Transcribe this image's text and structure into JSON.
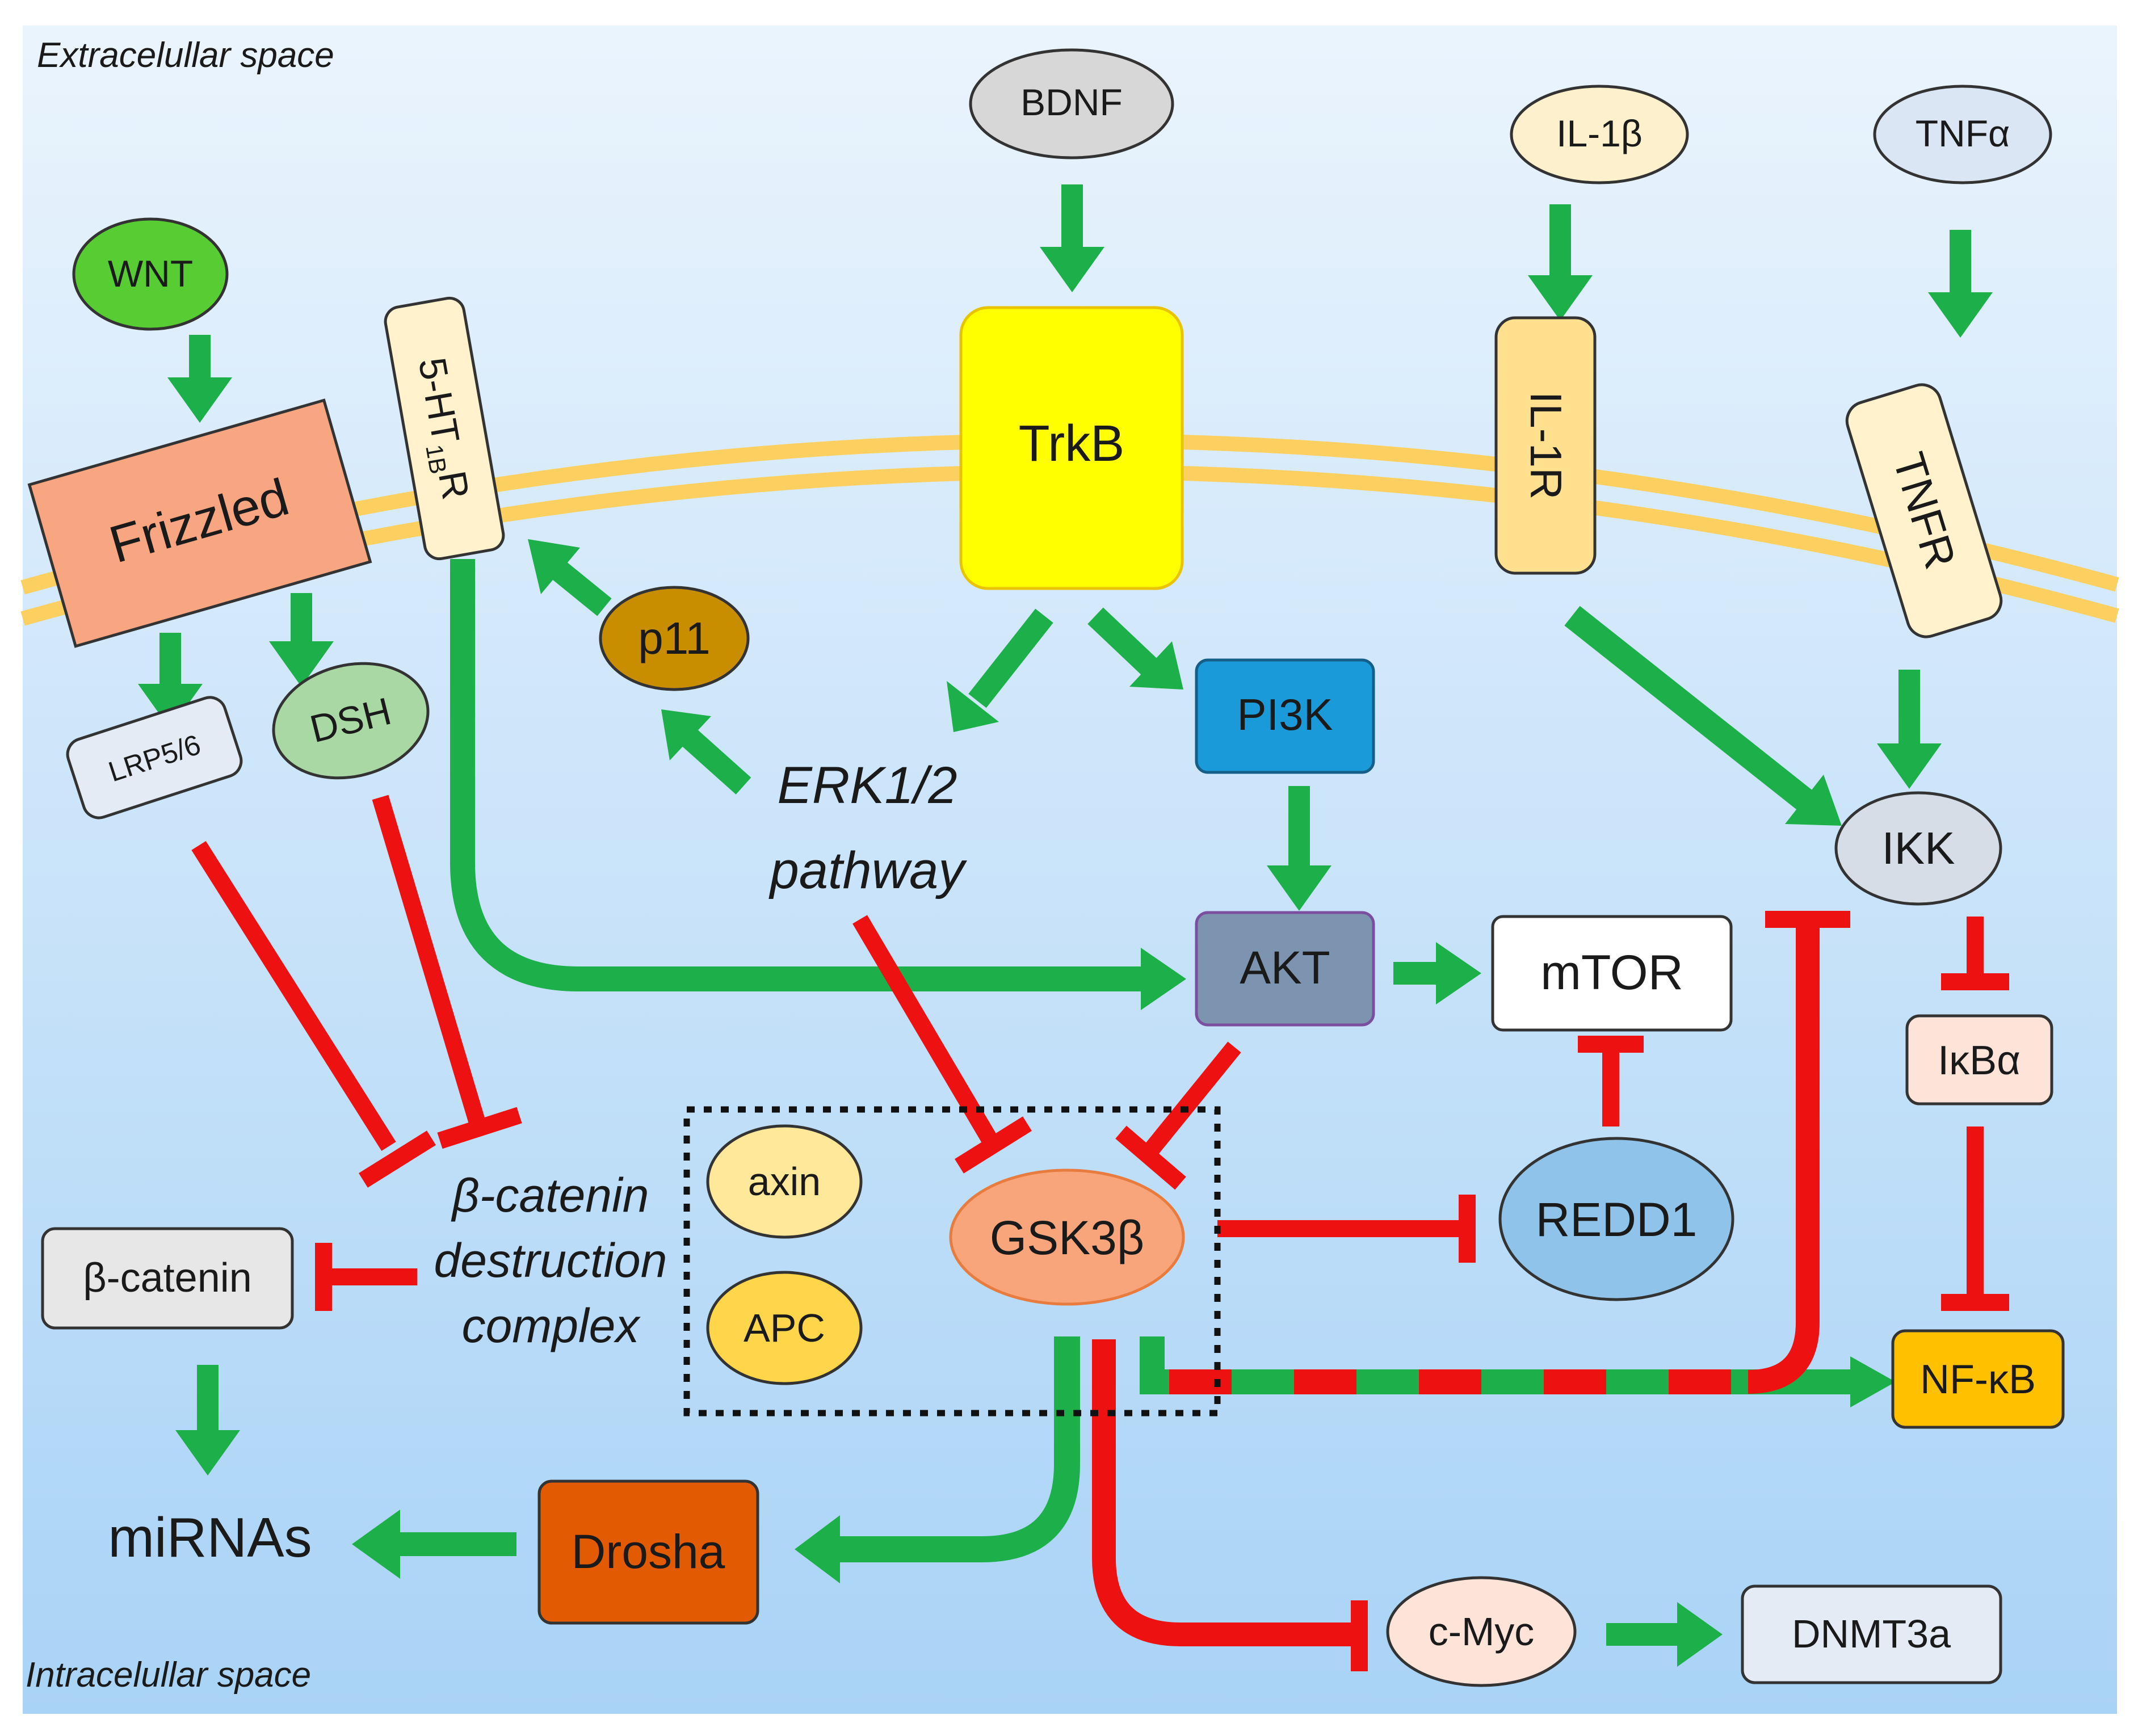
{
  "regions": {
    "extracellular": "Extracelullar space",
    "intracellular": "Intracelullar space"
  },
  "nodes": {
    "bdnf": "BDNF",
    "il1b": "IL-1β",
    "tnfa": "TNFα",
    "wnt": "WNT",
    "trkb": "TrkB",
    "il1r": "IL-1R",
    "tnfr": "TNFR",
    "frizzled": "Frizzled",
    "ht1br_main": "5-HT",
    "ht1br_sub": "1B",
    "ht1br_end": "R",
    "p11": "p11",
    "lrp": "LRP5/6",
    "dsh": "DSH",
    "pi3k": "PI3K",
    "erk_line1": "ERK1/2",
    "erk_line2": "pathway",
    "ikk": "IKK",
    "akt": "AKT",
    "mtor": "mTOR",
    "ikba": "IκBα",
    "axin": "axin",
    "apc": "APC",
    "gsk3b": "GSK3β",
    "redd1": "REDD1",
    "bcat": "β-catenin",
    "bcdc_line1": "β-catenin",
    "bcdc_line2": "destruction",
    "bcdc_line3": "complex",
    "nfkb": "NF-κB",
    "mirnas": "miRNAs",
    "drosha": "Drosha",
    "cmyc": "c-Myc",
    "dnmt3a": "DNMT3a"
  },
  "colors": {
    "activation": "#1db04a",
    "inhibition": "#ee1111",
    "background_top": "#eaf4fd",
    "background_bottom": "#a9d3f6",
    "membrane": "#fbd060"
  }
}
